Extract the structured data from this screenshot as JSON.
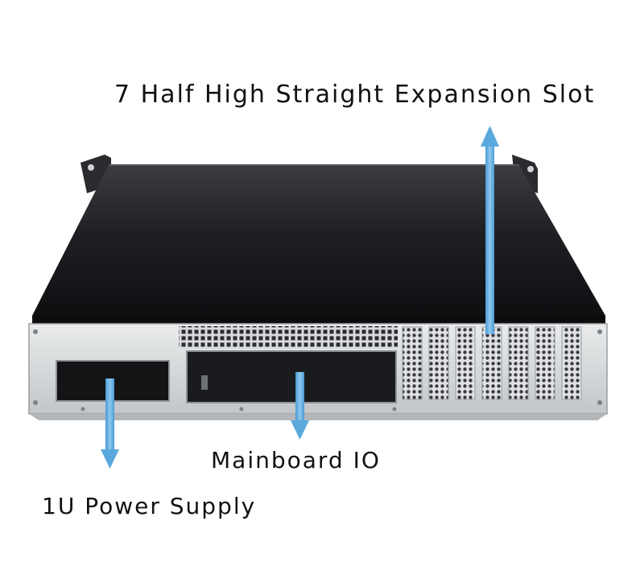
{
  "labels": {
    "expansion_slot": "7 Half High Straight Expansion Slot",
    "mainboard_io": "Mainboard IO",
    "power_supply": "1U Power Supply"
  },
  "colors": {
    "chassis_top": "#1c1d20",
    "chassis_edge": "#2b2c30",
    "front_panel": "#d6d8da",
    "arrow": "#5aa9dc"
  },
  "chassis": {
    "expansion_slot_count": 7
  }
}
